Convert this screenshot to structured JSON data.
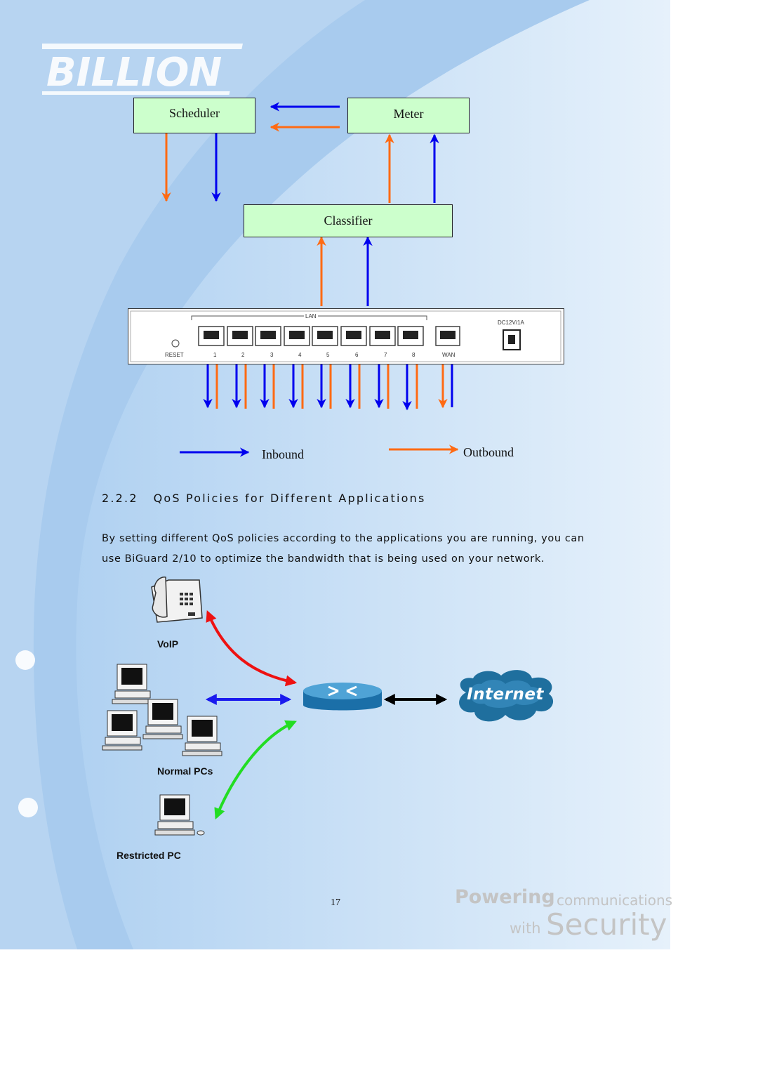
{
  "header": {
    "logo_text": "BILLION"
  },
  "diagram": {
    "scheduler_label": "Scheduler",
    "meter_label": "Meter",
    "classifier_label": "Classifier",
    "device": {
      "lan_label": "LAN",
      "reset_label": "RESET",
      "power_label": "DC12V/1A",
      "port_numbers": [
        "1",
        "2",
        "3",
        "4",
        "5",
        "6",
        "7",
        "8"
      ],
      "wan_label": "WAN"
    },
    "legend": {
      "inbound_label": "Inbound",
      "outbound_label": "Outbound"
    },
    "colors": {
      "inbound": "#0000ee",
      "outbound": "#ff6a13"
    }
  },
  "section": {
    "number": "2.2.2",
    "title": "QoS Policies for Different Applications",
    "paragraph": "By setting different QoS policies according to the applications you are running, you can use BiGuard 2/10 to optimize the bandwidth that is being used on your network."
  },
  "network": {
    "voip_label": "VoIP",
    "normal_pcs_label": "Normal PCs",
    "restricted_pc_label": "Restricted PC",
    "internet_label": "Internet",
    "colors": {
      "voip_link": "#ee1111",
      "normal_link": "#1a1aee",
      "restricted_link": "#22dd22",
      "internet_link": "#000000"
    }
  },
  "footer": {
    "page_number": "17",
    "tagline_1": "Powering",
    "tagline_2": "communications",
    "tagline_3": "with",
    "tagline_4": "Security"
  }
}
